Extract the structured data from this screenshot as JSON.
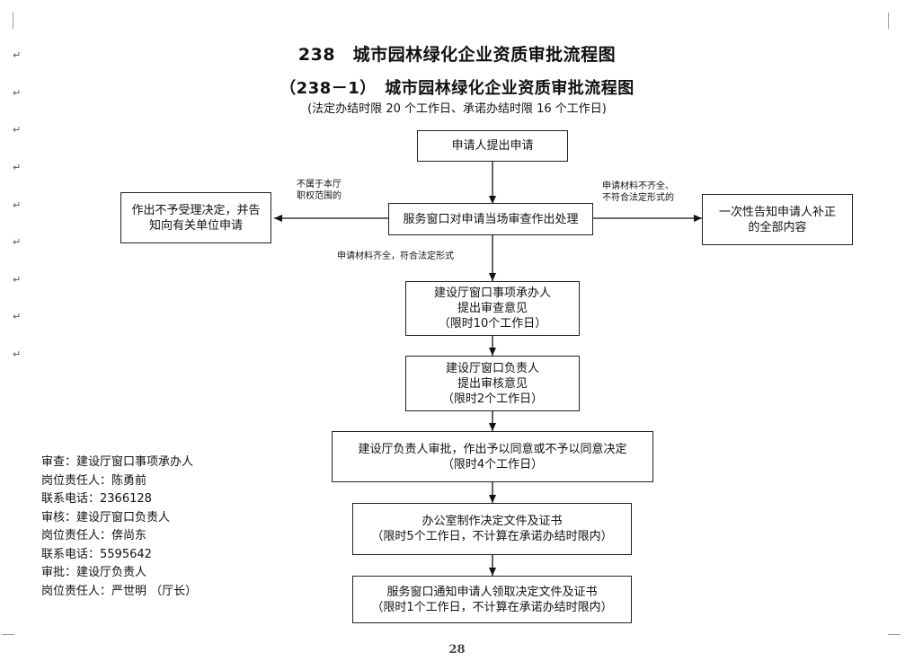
{
  "title": "238　城市园林绿化企业资质审批流程图",
  "subtitle_title": "（238－1）　城市园林绿化企业资质审批流程图",
  "time_limits": "(法定办结时限 20 个工作日、承诺办结时限 16 个工作日)",
  "paragraph_mark": "↵",
  "boxes": {
    "apply": "申请人提出申请",
    "window_check": "服务窗口对申请当场审查作出处理",
    "reject": [
      "作出不予受理决定，并告",
      "知向有关单位申请"
    ],
    "supplement": [
      "一次性告知申请人补正",
      "的全部内容"
    ],
    "step1": [
      "建设厅窗口事项承办人",
      "提出审查意见",
      "（限时10个工作日）"
    ],
    "step2": [
      "建设厅窗口负责人",
      "提出审核意见",
      "（限时2个工作日）"
    ],
    "step3": [
      "建设厅负责人审批，作出予以同意或不予以同意决定",
      "（限时4个工作日）"
    ],
    "step4": [
      "办公室制作决定文件及证书",
      "（限时5个工作日，不计算在承诺办结时限内）"
    ],
    "step5": [
      "服务窗口通知申请人领取决定文件及证书",
      "（限时1个工作日，不计算在承诺办结时限内）"
    ]
  },
  "notes": {
    "not_in_scope": [
      "不属于本厅",
      "职权范围的"
    ],
    "incomplete": [
      "申请材料不齐全、",
      "不符合法定形式的"
    ],
    "complete": "申请材料齐全，符合法定形式"
  },
  "responsible": [
    "审查：建设厅窗口事项承办人",
    "岗位责任人：陈勇前",
    "联系电话：2366128",
    "审核：建设厅窗口负责人",
    "岗位责任人：倴尚东",
    "联系电话：5595642",
    "审批：建设厅负责人",
    "岗位责任人：严世明 （厅长）"
  ],
  "page_number": "28"
}
